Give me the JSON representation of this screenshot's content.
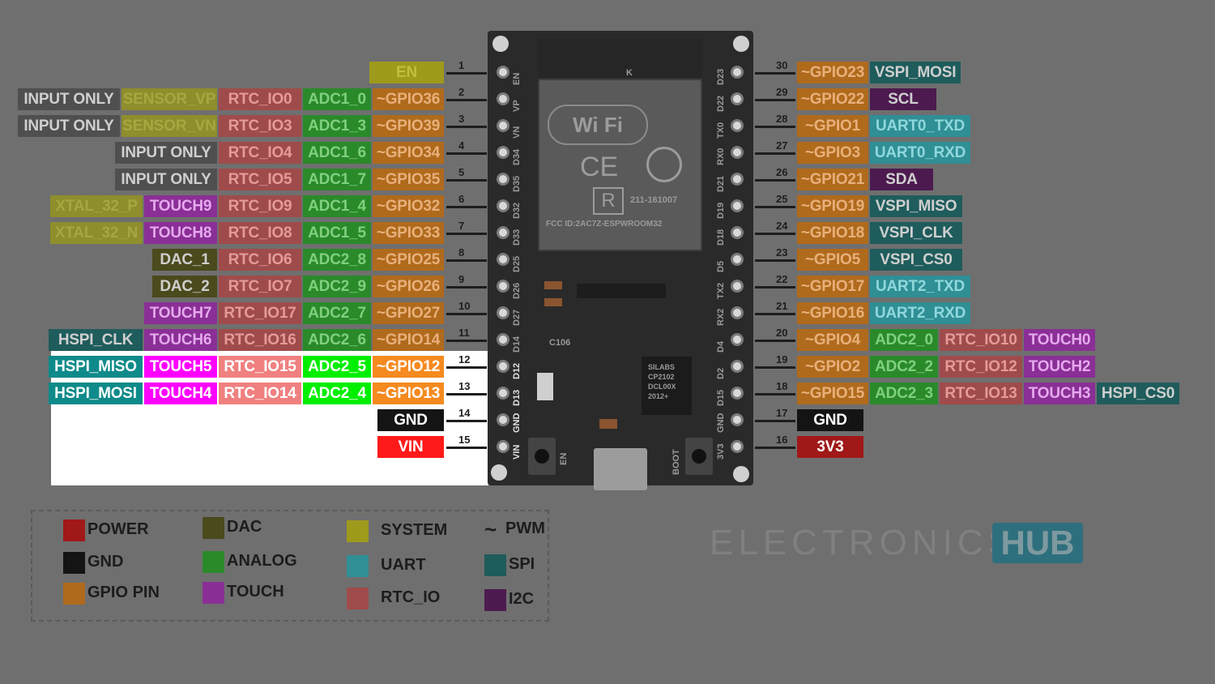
{
  "colors": {
    "input_only": "#4f4f4f",
    "sensor": "#8e8e2c",
    "rtc": "#a04b4b",
    "rtc_hl": "#f08080",
    "adc": "#2a8a2a",
    "adc_hl": "#00ee00",
    "gpio": "#b06a1c",
    "gpio_hl": "#f58a1f",
    "system": "#9e9a1c",
    "touch": "#8a2f96",
    "touch_hl": "#ff00ff",
    "dac": "#4a4a1c",
    "spi": "#1f5c5c",
    "spi_hl": "#0f8a8a",
    "uart": "#2f8f95",
    "i2c": "#4d1a4f",
    "power": "#a01818",
    "gnd": "#141414",
    "pwm_tilde": "#1c1c1c"
  },
  "left_rows": [
    {
      "num": "1",
      "labels": [
        {
          "text": "EN",
          "c": "system",
          "w": 92,
          "dim": true
        }
      ]
    },
    {
      "num": "2",
      "labels": [
        {
          "text": "INPUT ONLY",
          "c": "input_only",
          "w": 126
        },
        {
          "text": "SENSOR_VP",
          "c": "sensor",
          "w": 118,
          "dim": true
        },
        {
          "text": "RTC_IO0",
          "c": "rtc",
          "w": 102
        },
        {
          "text": "ADC1_0",
          "c": "adc",
          "w": 84
        },
        {
          "text": "~GPIO36",
          "c": "gpio",
          "w": 88
        }
      ]
    },
    {
      "num": "3",
      "labels": [
        {
          "text": "INPUT ONLY",
          "c": "input_only",
          "w": 126
        },
        {
          "text": "SENSOR_VN",
          "c": "sensor",
          "w": 118,
          "dim": true
        },
        {
          "text": "RTC_IO3",
          "c": "rtc",
          "w": 102
        },
        {
          "text": "ADC1_3",
          "c": "adc",
          "w": 84
        },
        {
          "text": "~GPIO39",
          "c": "gpio",
          "w": 88
        }
      ]
    },
    {
      "num": "4",
      "labels": [
        {
          "text": "INPUT ONLY",
          "c": "input_only",
          "w": 126
        },
        {
          "text": "RTC_IO4",
          "c": "rtc",
          "w": 102
        },
        {
          "text": "ADC1_6",
          "c": "adc",
          "w": 84
        },
        {
          "text": "~GPIO34",
          "c": "gpio",
          "w": 88
        }
      ]
    },
    {
      "num": "5",
      "labels": [
        {
          "text": "INPUT ONLY",
          "c": "input_only",
          "w": 126
        },
        {
          "text": "RTC_IO5",
          "c": "rtc",
          "w": 102
        },
        {
          "text": "ADC1_7",
          "c": "adc",
          "w": 84
        },
        {
          "text": "~GPIO35",
          "c": "gpio",
          "w": 88
        }
      ]
    },
    {
      "num": "6",
      "labels": [
        {
          "text": "XTAL_32_P",
          "c": "sensor",
          "w": 114,
          "dim": true
        },
        {
          "text": "TOUCH9",
          "c": "touch",
          "w": 90
        },
        {
          "text": "RTC_IO9",
          "c": "rtc",
          "w": 102
        },
        {
          "text": "ADC1_4",
          "c": "adc",
          "w": 84
        },
        {
          "text": "~GPIO32",
          "c": "gpio",
          "w": 88
        }
      ]
    },
    {
      "num": "7",
      "labels": [
        {
          "text": "XTAL_32_N",
          "c": "sensor",
          "w": 114,
          "dim": true
        },
        {
          "text": "TOUCH8",
          "c": "touch",
          "w": 90
        },
        {
          "text": "RTC_IO8",
          "c": "rtc",
          "w": 102
        },
        {
          "text": "ADC1_5",
          "c": "adc",
          "w": 84
        },
        {
          "text": "~GPIO33",
          "c": "gpio",
          "w": 88
        }
      ]
    },
    {
      "num": "8",
      "labels": [
        {
          "text": "DAC_1",
          "c": "dac",
          "w": 80
        },
        {
          "text": "RTC_IO6",
          "c": "rtc",
          "w": 102
        },
        {
          "text": "ADC2_8",
          "c": "adc",
          "w": 84
        },
        {
          "text": "~GPIO25",
          "c": "gpio",
          "w": 88
        }
      ]
    },
    {
      "num": "9",
      "labels": [
        {
          "text": "DAC_2",
          "c": "dac",
          "w": 80
        },
        {
          "text": "RTC_IO7",
          "c": "rtc",
          "w": 102
        },
        {
          "text": "ADC2_9",
          "c": "adc",
          "w": 84
        },
        {
          "text": "~GPIO26",
          "c": "gpio",
          "w": 88
        }
      ]
    },
    {
      "num": "10",
      "labels": [
        {
          "text": "TOUCH7",
          "c": "touch",
          "w": 90
        },
        {
          "text": "RTC_IO17",
          "c": "rtc",
          "w": 102
        },
        {
          "text": "ADC2_7",
          "c": "adc",
          "w": 84
        },
        {
          "text": "~GPIO27",
          "c": "gpio",
          "w": 88
        }
      ]
    },
    {
      "num": "11",
      "labels": [
        {
          "text": "HSPI_CLK",
          "c": "spi",
          "w": 116
        },
        {
          "text": "TOUCH6",
          "c": "touch",
          "w": 90
        },
        {
          "text": "RTC_IO16",
          "c": "rtc",
          "w": 102
        },
        {
          "text": "ADC2_6",
          "c": "adc",
          "w": 84
        },
        {
          "text": "~GPIO14",
          "c": "gpio",
          "w": 88
        }
      ]
    },
    {
      "num": "12",
      "labels": [
        {
          "text": "HSPI_MISO",
          "c": "spi_hl",
          "w": 116
        },
        {
          "text": "TOUCH5",
          "c": "touch_hl",
          "w": 90
        },
        {
          "text": "RTC_IO15",
          "c": "rtc_hl",
          "w": 102
        },
        {
          "text": "ADC2_5",
          "c": "adc_hl",
          "w": 84
        },
        {
          "text": "~GPIO12",
          "c": "gpio_hl",
          "w": 88
        }
      ]
    },
    {
      "num": "13",
      "labels": [
        {
          "text": "HSPI_MOSI",
          "c": "spi_hl",
          "w": 116
        },
        {
          "text": "TOUCH4",
          "c": "touch_hl",
          "w": 90
        },
        {
          "text": "RTC_IO14",
          "c": "rtc_hl",
          "w": 102
        },
        {
          "text": "ADC2_4",
          "c": "adc_hl",
          "w": 84
        },
        {
          "text": "~GPIO13",
          "c": "gpio_hl",
          "w": 88
        }
      ]
    },
    {
      "num": "14",
      "labels": [
        {
          "text": "GND",
          "c": "gnd",
          "w": 82
        }
      ]
    },
    {
      "num": "15",
      "labels": [
        {
          "text": "VIN",
          "c": "power_hl",
          "w": 82
        }
      ]
    }
  ],
  "right_rows": [
    {
      "num": "30",
      "labels": [
        {
          "text": "~GPIO23",
          "c": "gpio",
          "w": 88
        },
        {
          "text": "VSPI_MOSI",
          "c": "spi",
          "w": 112
        }
      ]
    },
    {
      "num": "29",
      "labels": [
        {
          "text": "~GPIO22",
          "c": "gpio",
          "w": 88
        },
        {
          "text": "SCL",
          "c": "i2c",
          "w": 82
        }
      ]
    },
    {
      "num": "28",
      "labels": [
        {
          "text": "~GPIO1",
          "c": "gpio",
          "w": 88
        },
        {
          "text": "UART0_TXD",
          "c": "uart",
          "w": 124
        }
      ]
    },
    {
      "num": "27",
      "labels": [
        {
          "text": "~GPIO3",
          "c": "gpio",
          "w": 88
        },
        {
          "text": "UART0_RXD",
          "c": "uart",
          "w": 124
        }
      ]
    },
    {
      "num": "26",
      "labels": [
        {
          "text": "~GPIO21",
          "c": "gpio",
          "w": 88
        },
        {
          "text": "SDA",
          "c": "i2c",
          "w": 78
        }
      ]
    },
    {
      "num": "25",
      "labels": [
        {
          "text": "~GPIO19",
          "c": "gpio",
          "w": 88
        },
        {
          "text": "VSPI_MISO",
          "c": "spi",
          "w": 114
        }
      ]
    },
    {
      "num": "24",
      "labels": [
        {
          "text": "~GPIO18",
          "c": "gpio",
          "w": 88
        },
        {
          "text": "VSPI_CLK",
          "c": "spi",
          "w": 114
        }
      ]
    },
    {
      "num": "23",
      "labels": [
        {
          "text": "~GPIO5",
          "c": "gpio",
          "w": 88
        },
        {
          "text": "VSPI_CS0",
          "c": "spi",
          "w": 114
        }
      ]
    },
    {
      "num": "22",
      "labels": [
        {
          "text": "~GPIO17",
          "c": "gpio",
          "w": 88
        },
        {
          "text": "UART2_TXD",
          "c": "uart",
          "w": 124
        }
      ]
    },
    {
      "num": "21",
      "labels": [
        {
          "text": "~GPIO16",
          "c": "gpio",
          "w": 88
        },
        {
          "text": "UART2_RXD",
          "c": "uart",
          "w": 124
        }
      ]
    },
    {
      "num": "20",
      "labels": [
        {
          "text": "~GPIO4",
          "c": "gpio",
          "w": 88
        },
        {
          "text": "ADC2_0",
          "c": "adc",
          "w": 84
        },
        {
          "text": "RTC_IO10",
          "c": "rtc",
          "w": 102
        },
        {
          "text": "TOUCH0",
          "c": "touch",
          "w": 88
        }
      ]
    },
    {
      "num": "19",
      "labels": [
        {
          "text": "~GPIO2",
          "c": "gpio",
          "w": 88
        },
        {
          "text": "ADC2_2",
          "c": "adc",
          "w": 84
        },
        {
          "text": "RTC_IO12",
          "c": "rtc",
          "w": 102
        },
        {
          "text": "TOUCH2",
          "c": "touch",
          "w": 88
        }
      ]
    },
    {
      "num": "18",
      "labels": [
        {
          "text": "~GPIO15",
          "c": "gpio",
          "w": 88
        },
        {
          "text": "ADC2_3",
          "c": "adc",
          "w": 84
        },
        {
          "text": "RTC_IO13",
          "c": "rtc",
          "w": 102
        },
        {
          "text": "TOUCH3",
          "c": "touch",
          "w": 88
        },
        {
          "text": "HSPI_CS0",
          "c": "spi",
          "w": 102
        }
      ]
    },
    {
      "num": "17",
      "labels": [
        {
          "text": "GND",
          "c": "gnd",
          "w": 82
        }
      ]
    },
    {
      "num": "16",
      "labels": [
        {
          "text": "3V3",
          "c": "power",
          "w": 82
        }
      ]
    }
  ],
  "board": {
    "left_pins": [
      "EN",
      "VP",
      "VN",
      "D34",
      "D35",
      "D32",
      "D33",
      "D25",
      "D26",
      "D27",
      "D14",
      "D12",
      "D13",
      "GND",
      "VIN"
    ],
    "right_pins": [
      "D23",
      "D22",
      "TX0",
      "RX0",
      "D21",
      "D19",
      "D18",
      "D5",
      "TX2",
      "RX2",
      "D4",
      "D2",
      "D15",
      "GND",
      "3V3"
    ],
    "wifi": "Wi Fi",
    "ce": "CE",
    "r_mark": "R",
    "cert": "211-161007",
    "fcc": "FCC ID:2AC7Z-ESPWROOM32",
    "c106": "C106",
    "chip_text": [
      "SILABS",
      "CP2102",
      "DCL00X",
      "2012+"
    ],
    "en_btn": "EN",
    "boot_btn": "BOOT",
    "k_mark": "K"
  },
  "legend": [
    {
      "label": "POWER",
      "c": "power"
    },
    {
      "label": "GND",
      "c": "gnd"
    },
    {
      "label": "GPIO PIN",
      "c": "gpio"
    },
    {
      "label": "DAC",
      "c": "dac"
    },
    {
      "label": "ANALOG",
      "c": "adc"
    },
    {
      "label": "TOUCH",
      "c": "touch"
    },
    {
      "label": "SYSTEM",
      "c": "system"
    },
    {
      "label": "UART",
      "c": "uart"
    },
    {
      "label": "RTC_IO",
      "c": "rtc"
    },
    {
      "label": "PWM",
      "c": "pwm_tilde"
    },
    {
      "label": "SPI",
      "c": "spi"
    },
    {
      "label": "I2C",
      "c": "i2c"
    }
  ],
  "pwm_symbol": "~",
  "logo": {
    "main": "ELECTRONICS",
    "hub": "HUB"
  }
}
